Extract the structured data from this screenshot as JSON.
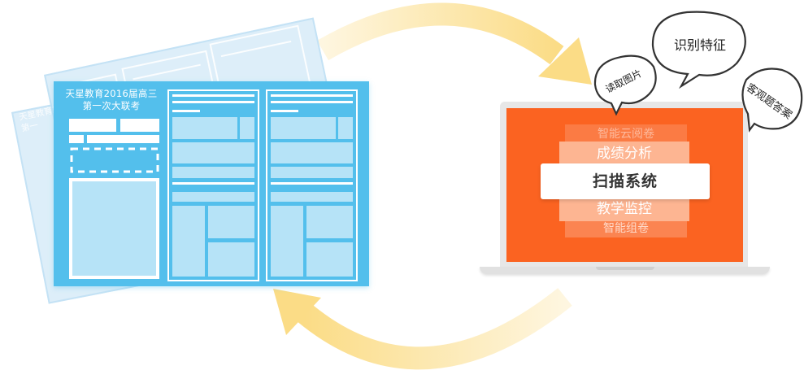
{
  "exam_paper": {
    "title_line1": "天星教育2016届高三",
    "title_line2": "第一次大联考",
    "back_title": "天星教育20",
    "back_title_line2": "第一"
  },
  "laptop": {
    "modules": {
      "cloud_marking": "智能云阅卷",
      "score_analysis": "成绩分析",
      "scanning_system": "扫描系统",
      "teaching_monitor": "教学监控",
      "smart_paper": "智能组卷"
    }
  },
  "bubbles": {
    "read_image": "读取图片",
    "recognize_features": "识别特征",
    "objective_subjective": "客观题答案"
  },
  "colors": {
    "paper_blue": "#53bfec",
    "paper_light": "#b6e3f7",
    "screen_orange": "#fb6321",
    "arrow_yellow": "#fbdf8e"
  }
}
